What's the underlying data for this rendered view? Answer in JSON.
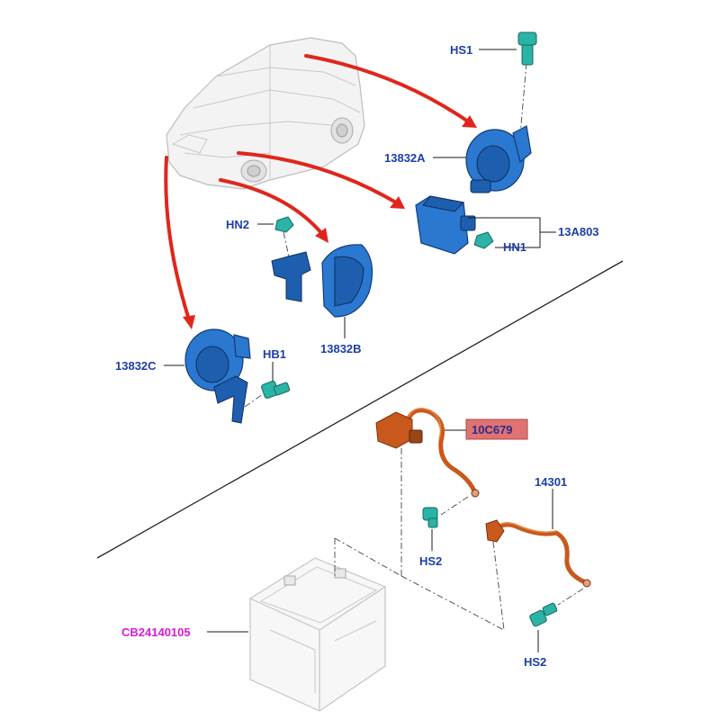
{
  "labels": {
    "hs1": "HS1",
    "p13832a": "13832A",
    "p13a803": "13A803",
    "hn1": "HN1",
    "hn2": "HN2",
    "p13832b": "13832B",
    "p13832c": "13832C",
    "hb1": "HB1",
    "p10c679": "10C679",
    "p14301": "14301",
    "hs2_left": "HS2",
    "hs2_right": "HS2",
    "cb24140105": "CB24140105"
  },
  "colors": {
    "label_blue": "#1c3fa8",
    "label_pink": "#d81ad8",
    "highlight_box": "#e07272",
    "arrow_red": "#e0261c",
    "part_blue": "#2a78d0",
    "bolt_teal": "#2bb3a5",
    "cable_orange": "#c9581c"
  }
}
